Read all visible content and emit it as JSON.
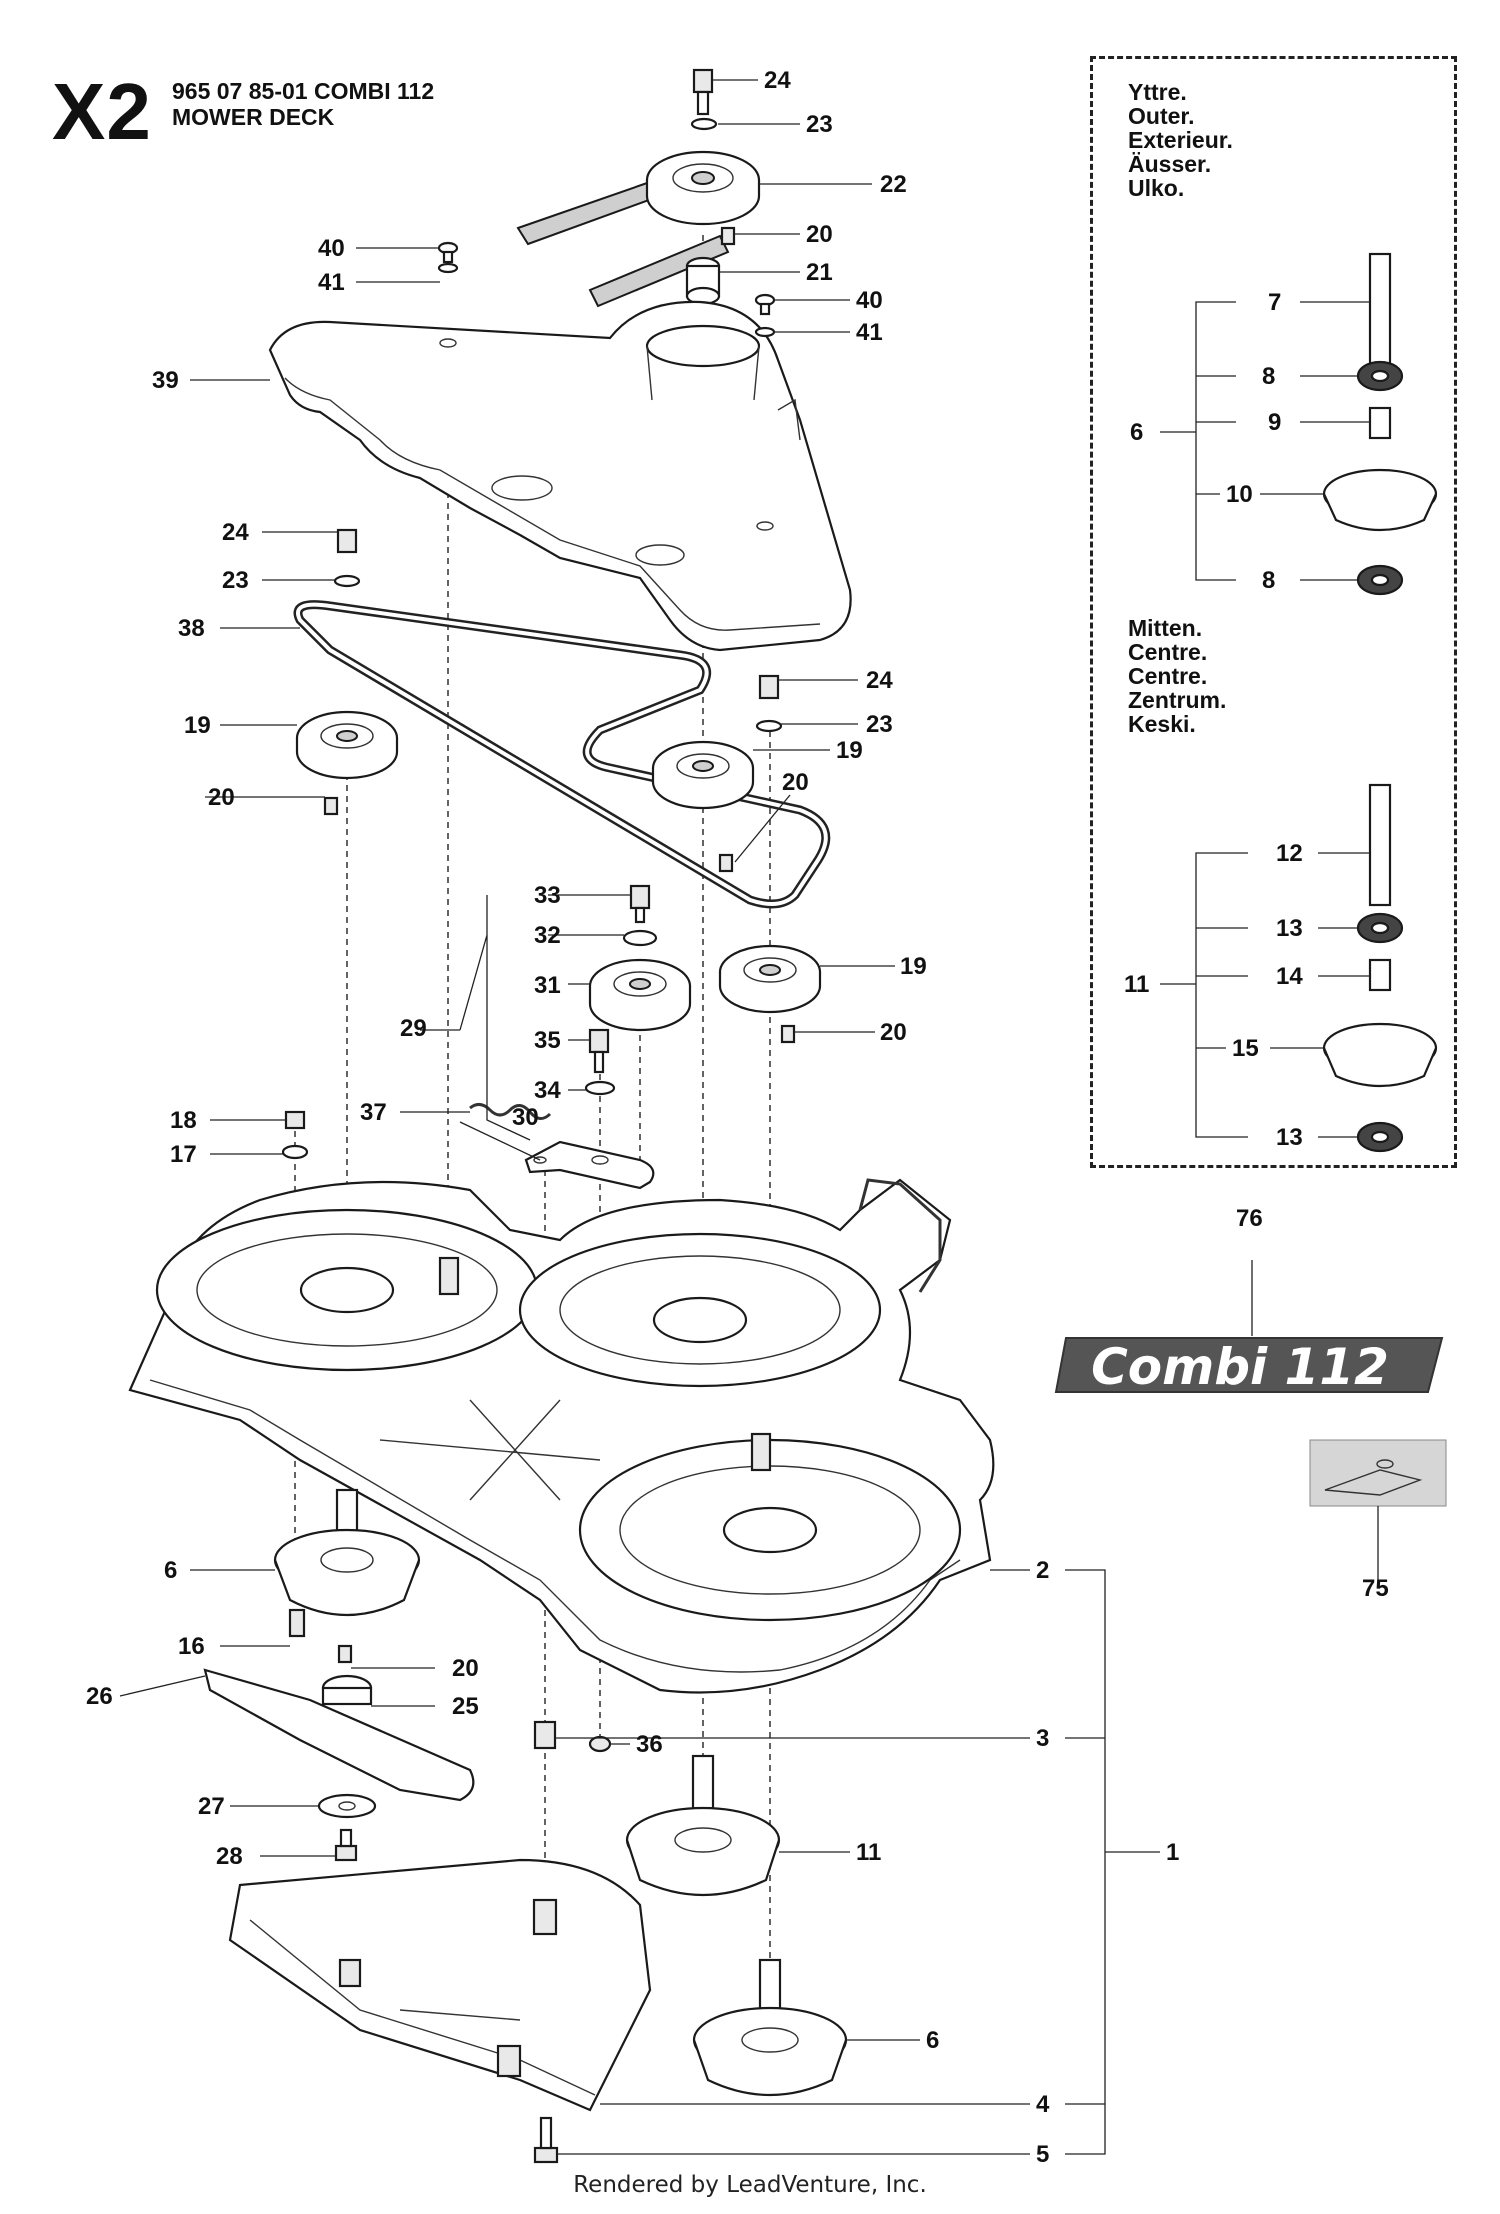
{
  "header": {
    "code": "X2",
    "line1": "965 07 85-01 COMBI 112",
    "line2": "MOWER DECK"
  },
  "inset_outer_labels": [
    "Yttre.",
    "Outer.",
    "Exterieur.",
    "Äusser.",
    "Ulko."
  ],
  "inset_centre_labels": [
    "Mitten.",
    "Centre.",
    "Centre.",
    "Zentrum.",
    "Keski."
  ],
  "badge_text": "Combi 112",
  "footer_text": "Rendered by LeadVenture, Inc.",
  "callouts": [
    {
      "id": "c24a",
      "label": "24"
    },
    {
      "id": "c23a",
      "label": "23"
    },
    {
      "id": "c22",
      "label": "22"
    },
    {
      "id": "c20a",
      "label": "20"
    },
    {
      "id": "c21",
      "label": "21"
    },
    {
      "id": "c40a",
      "label": "40"
    },
    {
      "id": "c41a",
      "label": "41"
    },
    {
      "id": "c40b",
      "label": "40"
    },
    {
      "id": "c41b",
      "label": "41"
    },
    {
      "id": "c39",
      "label": "39"
    },
    {
      "id": "c24b",
      "label": "24"
    },
    {
      "id": "c23b",
      "label": "23"
    },
    {
      "id": "c38",
      "label": "38"
    },
    {
      "id": "c24c",
      "label": "24"
    },
    {
      "id": "c23c",
      "label": "23"
    },
    {
      "id": "c19a",
      "label": "19"
    },
    {
      "id": "c19b",
      "label": "19"
    },
    {
      "id": "c20b",
      "label": "20"
    },
    {
      "id": "c20c",
      "label": "20"
    },
    {
      "id": "c33",
      "label": "33"
    },
    {
      "id": "c32",
      "label": "32"
    },
    {
      "id": "c31",
      "label": "31"
    },
    {
      "id": "c29",
      "label": "29"
    },
    {
      "id": "c19c",
      "label": "19"
    },
    {
      "id": "c20d",
      "label": "20"
    },
    {
      "id": "c35",
      "label": "35"
    },
    {
      "id": "c34",
      "label": "34"
    },
    {
      "id": "c37",
      "label": "37"
    },
    {
      "id": "c30",
      "label": "30"
    },
    {
      "id": "c18",
      "label": "18"
    },
    {
      "id": "c17",
      "label": "17"
    },
    {
      "id": "c6a",
      "label": "6"
    },
    {
      "id": "c16",
      "label": "16"
    },
    {
      "id": "c20e",
      "label": "20"
    },
    {
      "id": "c26",
      "label": "26"
    },
    {
      "id": "c25",
      "label": "25"
    },
    {
      "id": "c27",
      "label": "27"
    },
    {
      "id": "c28",
      "label": "28"
    },
    {
      "id": "c36",
      "label": "36"
    },
    {
      "id": "c2",
      "label": "2"
    },
    {
      "id": "c3",
      "label": "3"
    },
    {
      "id": "c11a",
      "label": "11"
    },
    {
      "id": "c1",
      "label": "1"
    },
    {
      "id": "c6b",
      "label": "6"
    },
    {
      "id": "c4",
      "label": "4"
    },
    {
      "id": "c5",
      "label": "5"
    },
    {
      "id": "c76",
      "label": "76"
    },
    {
      "id": "c75",
      "label": "75"
    },
    {
      "id": "c7",
      "label": "7"
    },
    {
      "id": "c8a",
      "label": "8"
    },
    {
      "id": "c9",
      "label": "9"
    },
    {
      "id": "c6c",
      "label": "6"
    },
    {
      "id": "c10",
      "label": "10"
    },
    {
      "id": "c8b",
      "label": "8"
    },
    {
      "id": "c12",
      "label": "12"
    },
    {
      "id": "c13a",
      "label": "13"
    },
    {
      "id": "c14",
      "label": "14"
    },
    {
      "id": "c11b",
      "label": "11"
    },
    {
      "id": "c15",
      "label": "15"
    },
    {
      "id": "c13b",
      "label": "13"
    }
  ]
}
